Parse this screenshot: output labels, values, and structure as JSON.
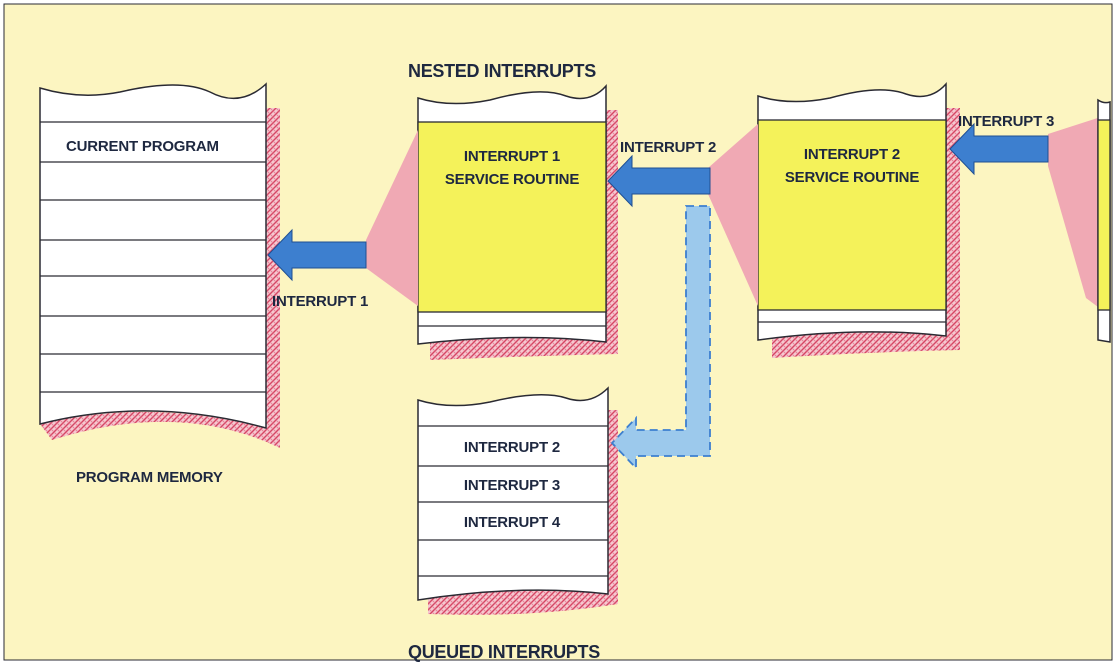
{
  "titles": {
    "nested": "NESTED INTERRUPTS",
    "queued": "QUEUED INTERRUPTS",
    "program_memory": "PROGRAM MEMORY"
  },
  "program_memory": {
    "rows": [
      "CURRENT PROGRAM",
      "",
      "",
      "",
      "",
      "",
      "",
      ""
    ]
  },
  "routines": [
    {
      "line1": "INTERRUPT 1",
      "line2": "SERVICE ROUTINE"
    },
    {
      "line1": "INTERRUPT 2",
      "line2": "SERVICE ROUTINE"
    }
  ],
  "arrows": {
    "interrupt1": "INTERRUPT 1",
    "interrupt2": "INTERRUPT 2",
    "interrupt3": "INTERRUPT 3"
  },
  "queue": {
    "rows": [
      "INTERRUPT 2",
      "INTERRUPT 3",
      "INTERRUPT 4",
      ""
    ]
  },
  "colors": {
    "background": "#fcf5c1",
    "routine_fill": "#f4f25a",
    "funnel": "#f0a9b4",
    "arrow_blue": "#3d7fcf",
    "arrow_light_blue": "#9cc9ec",
    "stack_shadow": "#e0607a",
    "outline": "#2a2a33"
  }
}
